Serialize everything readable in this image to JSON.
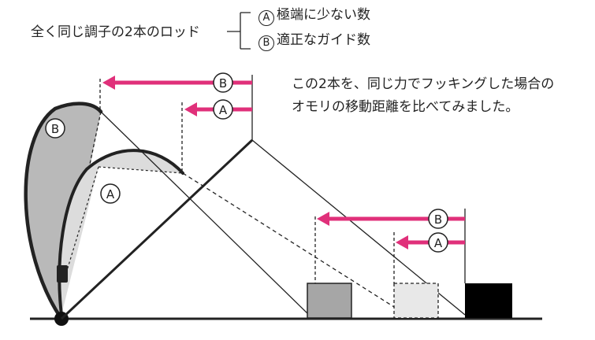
{
  "legend": {
    "title": "全く同じ調子の2本のロッド",
    "a_mark": "A",
    "a_label": "極端に少ない数",
    "b_mark": "B",
    "b_label": "適正なガイド数"
  },
  "description": {
    "line1": "この2本を、同じ力でフッキングした場合の",
    "line2": "オモリの移動距離を比べてみました。"
  },
  "labels": {
    "a": "A",
    "b": "B"
  },
  "colors": {
    "arrow": "#e0307a",
    "line": "#222222",
    "weight_a": "#e8e8e8",
    "weight_b": "#a6a6a6",
    "weight_ref": "#000000",
    "rod_b_fill": "#b9b9b9",
    "rod_a_fill": "#dcdcdc"
  }
}
